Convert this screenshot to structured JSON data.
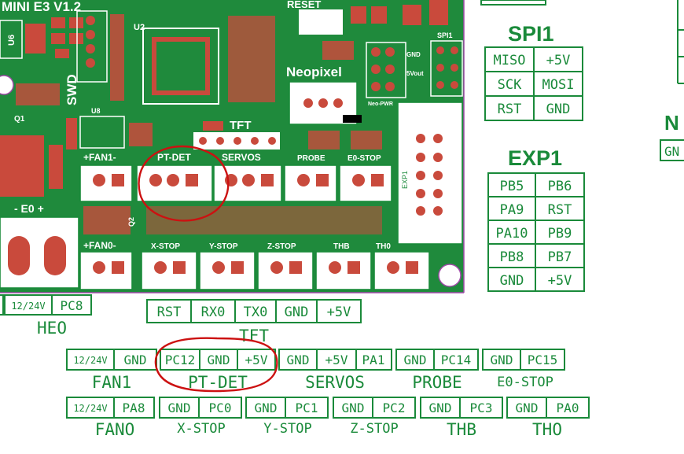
{
  "board": {
    "title": "MINI E3 V1.2",
    "labels": {
      "reset": "RESET",
      "u2": "U2",
      "u6": "U6",
      "u8": "U8",
      "q1": "Q1",
      "swd": "SWD",
      "neopixel": "Neopixel",
      "spi1_small": "SPI1",
      "gnd_small": "GND",
      "fivevout": "5Vout",
      "neopwr": "Neo-PWR",
      "tft": "TFT",
      "exp1_side": "EXP1",
      "e0": "- E0 +",
      "q2": "Q2",
      "conn_top": [
        "+FAN1-",
        "PT-DET",
        "SERVOS",
        "PROBE",
        "E0-STOP"
      ],
      "conn_bottom": [
        "+FAN0-",
        "X-STOP",
        "Y-STOP",
        "Z-STOP",
        "THB",
        "TH0"
      ]
    }
  },
  "spi1": {
    "title": "SPI1",
    "rows": [
      [
        "MISO",
        "+5V"
      ],
      [
        "SCK",
        "MOSI"
      ],
      [
        "RST",
        "GND"
      ]
    ]
  },
  "exp1": {
    "title": "EXP1",
    "rows": [
      [
        "PB5",
        "PB6"
      ],
      [
        "PA9",
        "RST"
      ],
      [
        "PA10",
        "PB9"
      ],
      [
        "PB8",
        "PB7"
      ],
      [
        "GND",
        "+5V"
      ]
    ]
  },
  "right_edge": {
    "partial_title": "N",
    "partial_cell": "GN"
  },
  "heo": {
    "cells": [
      "12/24V",
      "PC8"
    ],
    "label": "HEO"
  },
  "tft_pins": {
    "cells": [
      "RST",
      "RX0",
      "TX0",
      "GND",
      "+5V"
    ],
    "label": "TFT"
  },
  "row1": [
    {
      "cells": [
        "12/24V",
        "GND"
      ],
      "label": "FAN1"
    },
    {
      "cells": [
        "PC12",
        "GND",
        "+5V"
      ],
      "label": "PT-DET"
    },
    {
      "cells": [
        "GND",
        "+5V",
        "PA1"
      ],
      "label": "SERVOS"
    },
    {
      "cells": [
        "GND",
        "PC14"
      ],
      "label": "PROBE"
    },
    {
      "cells": [
        "GND",
        "PC15"
      ],
      "label": "E0-STOP"
    }
  ],
  "row2": [
    {
      "cells": [
        "12/24V",
        "PA8"
      ],
      "label": "FANO"
    },
    {
      "cells": [
        "GND",
        "PC0"
      ],
      "label": "X-STOP"
    },
    {
      "cells": [
        "GND",
        "PC1"
      ],
      "label": "Y-STOP"
    },
    {
      "cells": [
        "GND",
        "PC2"
      ],
      "label": "Z-STOP"
    },
    {
      "cells": [
        "GND",
        "PC3"
      ],
      "label": "THB"
    },
    {
      "cells": [
        "GND",
        "PA0"
      ],
      "label": "THO"
    }
  ],
  "colors": {
    "pcb": "#1f8a3c",
    "silk": "#ffffff",
    "pad": "#c94a3c",
    "pinout_green": "#1a8a3a",
    "annotation": "#cc1111",
    "board_edge": "#a04aa8"
  }
}
